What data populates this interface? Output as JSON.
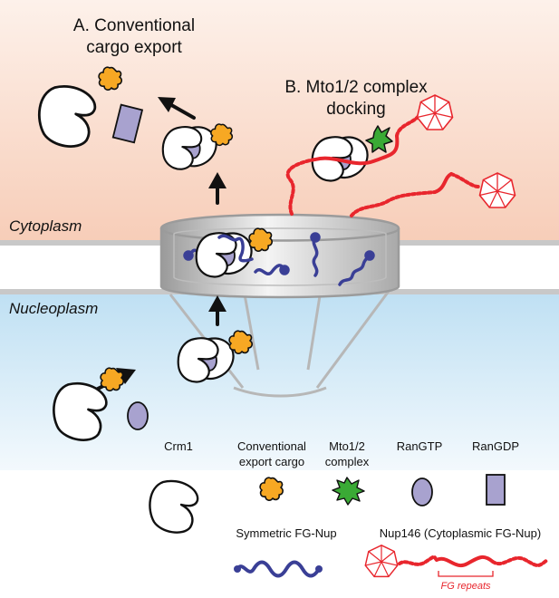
{
  "titles": {
    "a_line1": "A. Conventional",
    "a_line2": "cargo export",
    "b_line1": "B. Mto1/2 complex",
    "b_line2": "docking"
  },
  "regions": {
    "cytoplasm": "Cytoplasm",
    "nucleoplasm": "Nucleoplasm"
  },
  "legend": {
    "crm1": "Crm1",
    "cargo_line1": "Conventional",
    "cargo_line2": "export cargo",
    "mto_line1": "Mto1/2",
    "mto_line2": "complex",
    "rangtp": "RanGTP",
    "rangdp": "RanGDP",
    "symmetric_fgnup": "Symmetric FG-Nup",
    "nup146": "Nup146 (Cytoplasmic FG-Nup)",
    "fg_repeats": "FG repeats"
  },
  "colors": {
    "cytoplasm_top": "#f7cdb8",
    "cytoplasm_bottom": "#fdf1ea",
    "nucleoplasm_top": "#bfe0f3",
    "nucleoplasm_bottom": "#f3f9fd",
    "membrane": "#c8c8c8",
    "cargo": "#f7a823",
    "mto": "#3aaa35",
    "ran": "#a8a2cf",
    "fgnup": "#3a3f96",
    "nup146": "#e8262d"
  }
}
